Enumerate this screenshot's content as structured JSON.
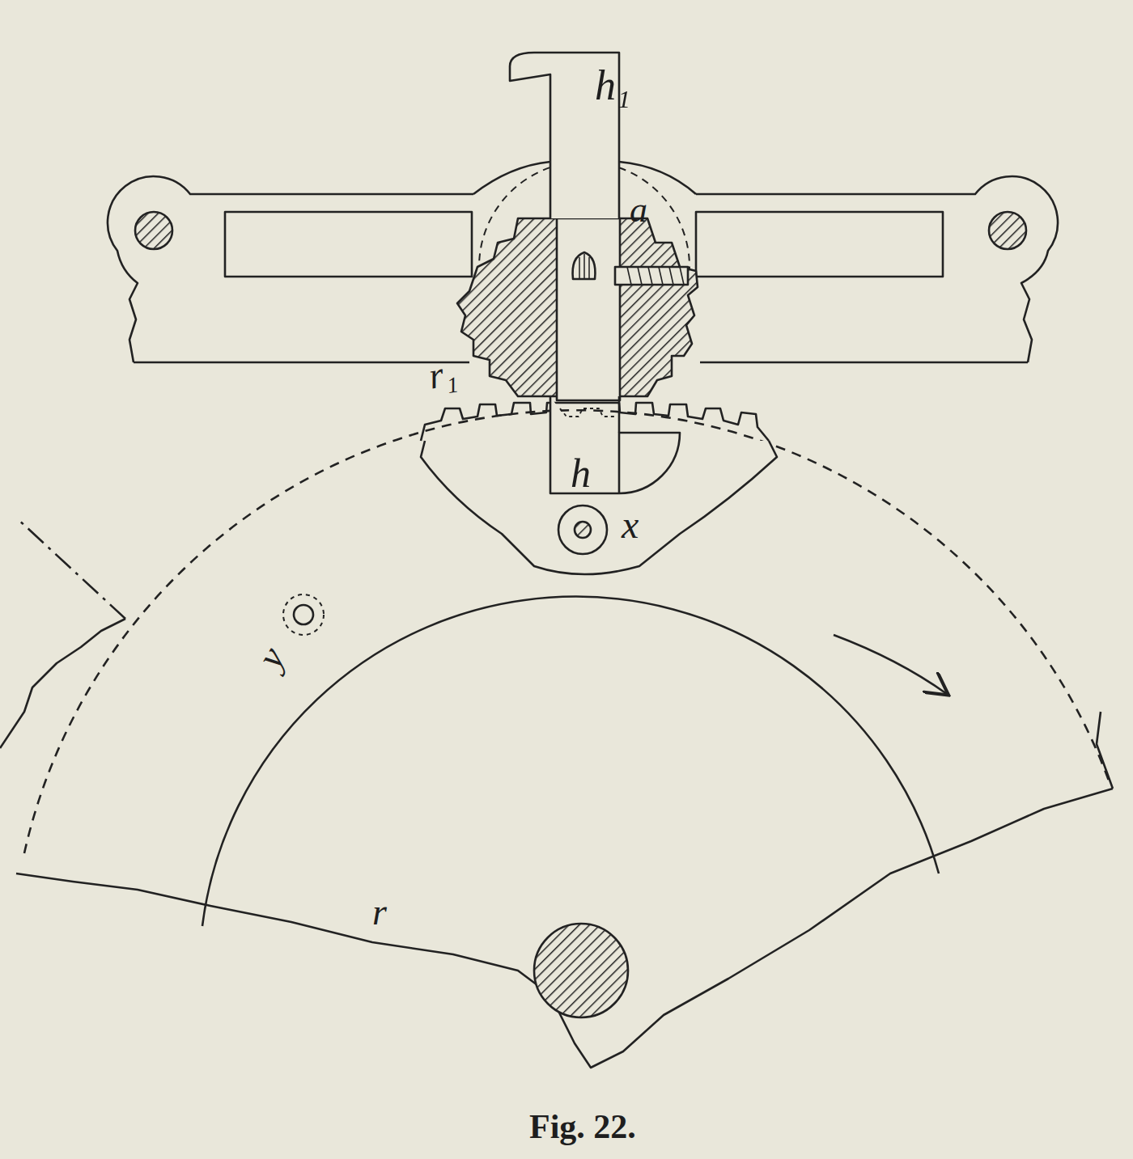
{
  "diagram": {
    "caption": "Fig. 22.",
    "labels": [
      "h₁",
      "a",
      "r₁",
      "h",
      "x",
      "y",
      "r"
    ]
  }
}
